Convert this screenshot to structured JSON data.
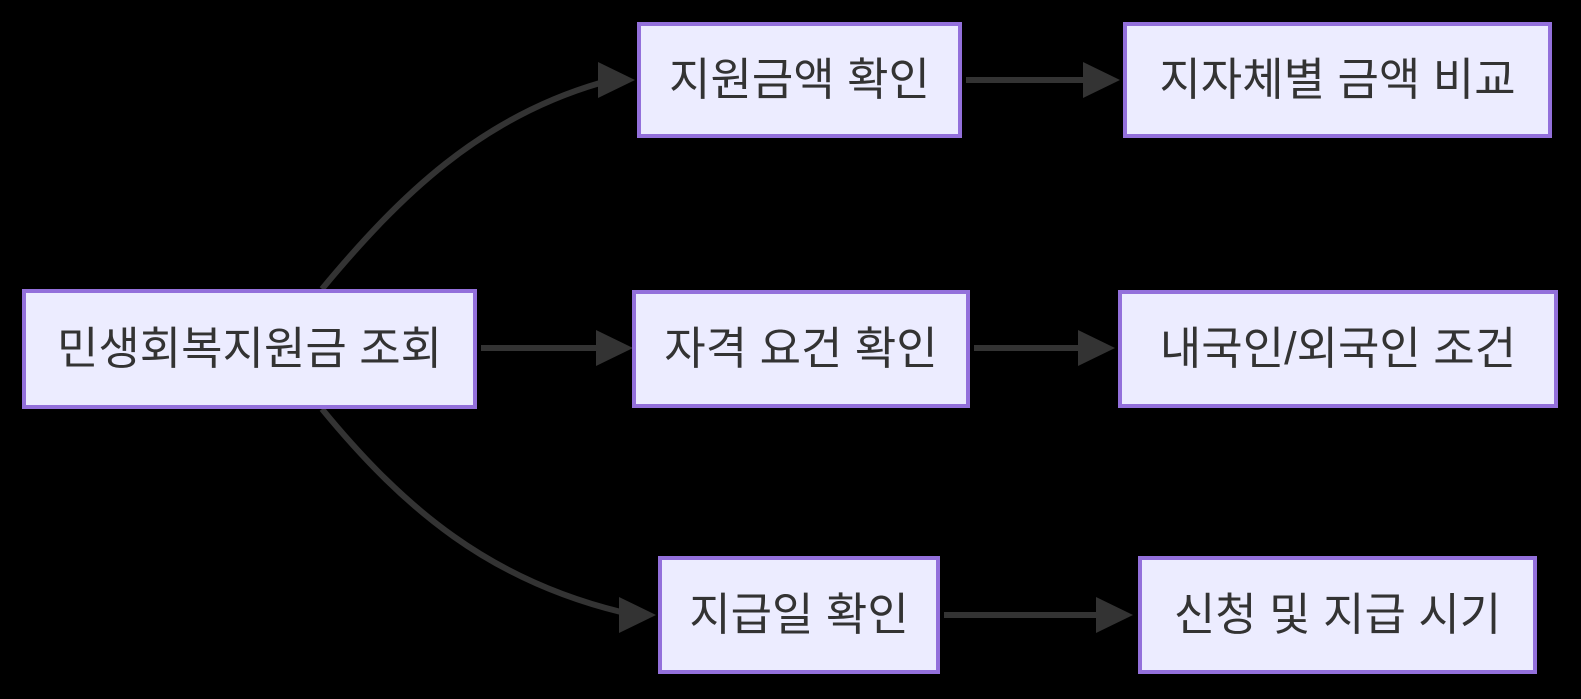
{
  "diagram": {
    "type": "flowchart",
    "direction": "left-to-right",
    "colors": {
      "background": "#000000",
      "node_fill": "#ECECFF",
      "node_border": "#9370DB",
      "node_text": "#333333",
      "arrow": "#333333"
    },
    "nodes": {
      "root": {
        "label": "민생회복지원금 조회"
      },
      "amount": {
        "label": "지원금액 확인"
      },
      "region_compare": {
        "label": "지자체별 금액 비교"
      },
      "eligibility": {
        "label": "자격 요건 확인"
      },
      "nationality": {
        "label": "내국인/외국인 조건"
      },
      "payment_date": {
        "label": "지급일 확인"
      },
      "schedule": {
        "label": "신청 및 지급 시기"
      }
    },
    "edges": [
      {
        "from": "민생회복지원금 조회",
        "to": "지원금액 확인"
      },
      {
        "from": "민생회복지원금 조회",
        "to": "자격 요건 확인"
      },
      {
        "from": "민생회복지원금 조회",
        "to": "지급일 확인"
      },
      {
        "from": "지원금액 확인",
        "to": "지자체별 금액 비교"
      },
      {
        "from": "자격 요건 확인",
        "to": "내국인/외국인 조건"
      },
      {
        "from": "지급일 확인",
        "to": "신청 및 지급 시기"
      }
    ]
  }
}
